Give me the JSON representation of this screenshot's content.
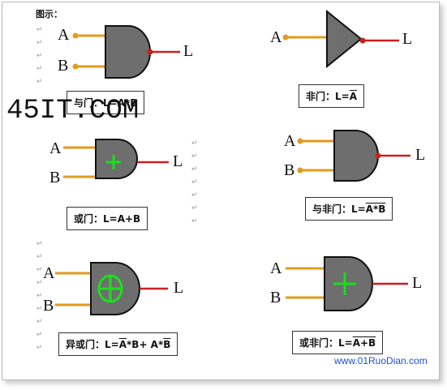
{
  "header": "图示：",
  "watermark": "45IT.COM",
  "url": "www.01RuoDian.com",
  "colors": {
    "gate_fill": "#6e6e6e",
    "input_wire": "#e39a1b",
    "output_wire": "#cc1f1f",
    "symbol": "#19e01b"
  },
  "gates": {
    "and": {
      "a": "A",
      "b": "B",
      "l": "L",
      "caption_prefix": "与门：",
      "caption_expr": "L=A*B"
    },
    "not": {
      "a": "A",
      "l": "L",
      "caption_prefix": "非门：",
      "caption_lhs": "L=",
      "caption_bar": "A"
    },
    "or": {
      "a": "A",
      "b": "B",
      "l": "L",
      "caption_prefix": "或门：",
      "caption_expr": "L=A+B"
    },
    "nand": {
      "a": "A",
      "b": "B",
      "l": "L",
      "caption_prefix": "与非门：",
      "caption_lhs": "L=",
      "caption_bar": "A*B"
    },
    "xor": {
      "a": "A",
      "b": "B",
      "l": "L",
      "caption_prefix": "异或门：",
      "cap_1": "L=",
      "cap_bar1": "A",
      "cap_2": "*B+ A*",
      "cap_bar2": "B"
    },
    "nor": {
      "a": "A",
      "b": "B",
      "l": "L",
      "caption_prefix": "或非门：",
      "caption_lhs": "L=",
      "caption_bar": "A+B"
    }
  }
}
